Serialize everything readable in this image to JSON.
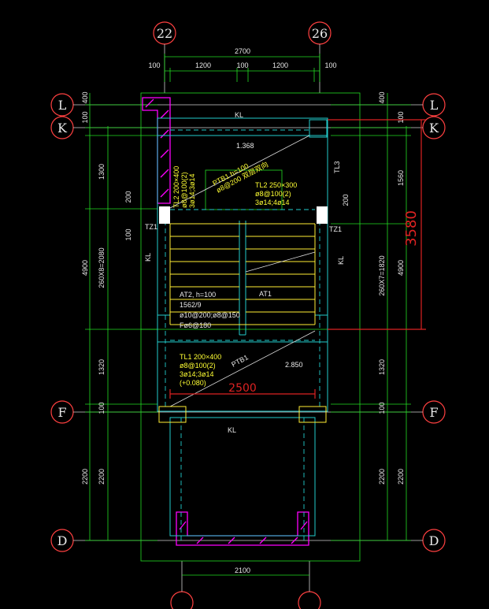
{
  "axes": {
    "top": [
      "22",
      "26"
    ],
    "left": [
      "L",
      "K",
      "F",
      "D"
    ],
    "right": [
      "L",
      "K",
      "F",
      "D"
    ]
  },
  "dims": {
    "top_total": "2700",
    "top_segments": [
      "100",
      "1200",
      "100",
      "1200",
      "100"
    ],
    "bottom_total": "2100",
    "left_outer": [
      "400",
      "100",
      "1300",
      "4900",
      "1320",
      "100",
      "2200"
    ],
    "left_inner": "260X8=2080",
    "left_inner2": "2200",
    "right_outer": [
      "400",
      "100",
      "1560",
      "4900",
      "1320",
      "100",
      "2200"
    ],
    "right_inner": "260X7=1820",
    "right_inner2": "2200",
    "side_200_left": "200",
    "side_200_right": "200",
    "side_100_left": "100",
    "red_vertical": "3580",
    "red_horizontal": "2500"
  },
  "labels": {
    "kl_top": "KL",
    "kl_left": "KL",
    "kl_right": "KL",
    "kl_bottom": "KL",
    "tl3": "TL3",
    "tz1_left": "TZ1",
    "tz1_right": "TZ1",
    "elev_top": "1.368",
    "elev_bottom": "2.850",
    "at1": "AT1",
    "ptb1_bottom": "PTB1"
  },
  "notes": {
    "ptb1_top": [
      "PTB1 h=100",
      "ø8@200 双层双向"
    ],
    "tl2_left": [
      "TL2 200×400",
      "ø8@100(2)",
      "3ø14;3ø14"
    ],
    "tl2_right": [
      "TL2 250×300",
      "ø8@100(2)",
      "3ø14;4ø14"
    ],
    "at2": [
      "AT2, h=100",
      "1562/9",
      "ø10@200;ø8@150",
      "Fø6@180"
    ],
    "tl1": [
      "TL1 200×400",
      "ø8@100(2)",
      "3ø14;3ø14",
      "(+0.080)"
    ]
  }
}
